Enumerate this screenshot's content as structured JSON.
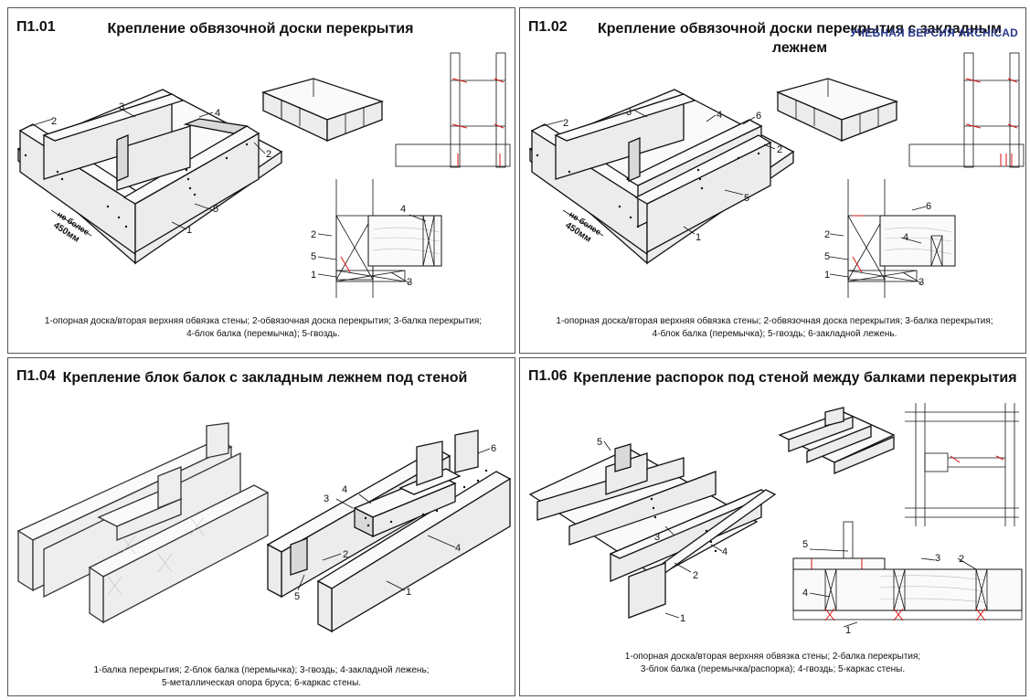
{
  "watermark": "УЧЕБНАЯ ВЕРСИЯ ARCHICAD",
  "panels": [
    {
      "code": "П1.01",
      "title": "Крепление обвязочной доски перекрытия",
      "caption_line1": "1-опорная доска/вторая верхняя обвязка стены; 2-обвязочная доска перекрытия; 3-балка перекрытия;",
      "caption_line2": "4-блок балка (перемычка); 5-гвоздь.",
      "dim_top": "не более",
      "dim_bottom": "450мм"
    },
    {
      "code": "П1.02",
      "title_line1": "Крепление обвязочной доски перекрытия с закладным",
      "title_line2": "лежнем",
      "caption_line1": "1-опорная доска/вторая верхняя обвязка стены; 2-обвязочная доска перекрытия; 3-балка перекрытия;",
      "caption_line2": "4-блок балка (перемычка); 5-гвоздь; 6-закладной лежень.",
      "dim_top": "не более",
      "dim_bottom": "450мм"
    },
    {
      "code": "П1.04",
      "title": "Крепление блок балок с закладным лежнем под стеной",
      "caption_line1": "1-балка перекрытия; 2-блок балка (перемычка); 3-гвоздь; 4-закладной лежень;",
      "caption_line2": "5-металлическая опора бруса; 6-каркас стены."
    },
    {
      "code": "П1.06",
      "title": "Крепление распорок под стеной между балками перекрытия",
      "caption_line1": "1-опорная доска/вторая верхняя обвязка стены; 2-балка перекрытия;",
      "caption_line2": "3-блок балка (перемычка/распорка); 4-гвоздь; 5-каркас стены."
    }
  ],
  "callouts": {
    "n1": "1",
    "n2": "2",
    "n3": "3",
    "n4": "4",
    "n5": "5",
    "n6": "6"
  }
}
